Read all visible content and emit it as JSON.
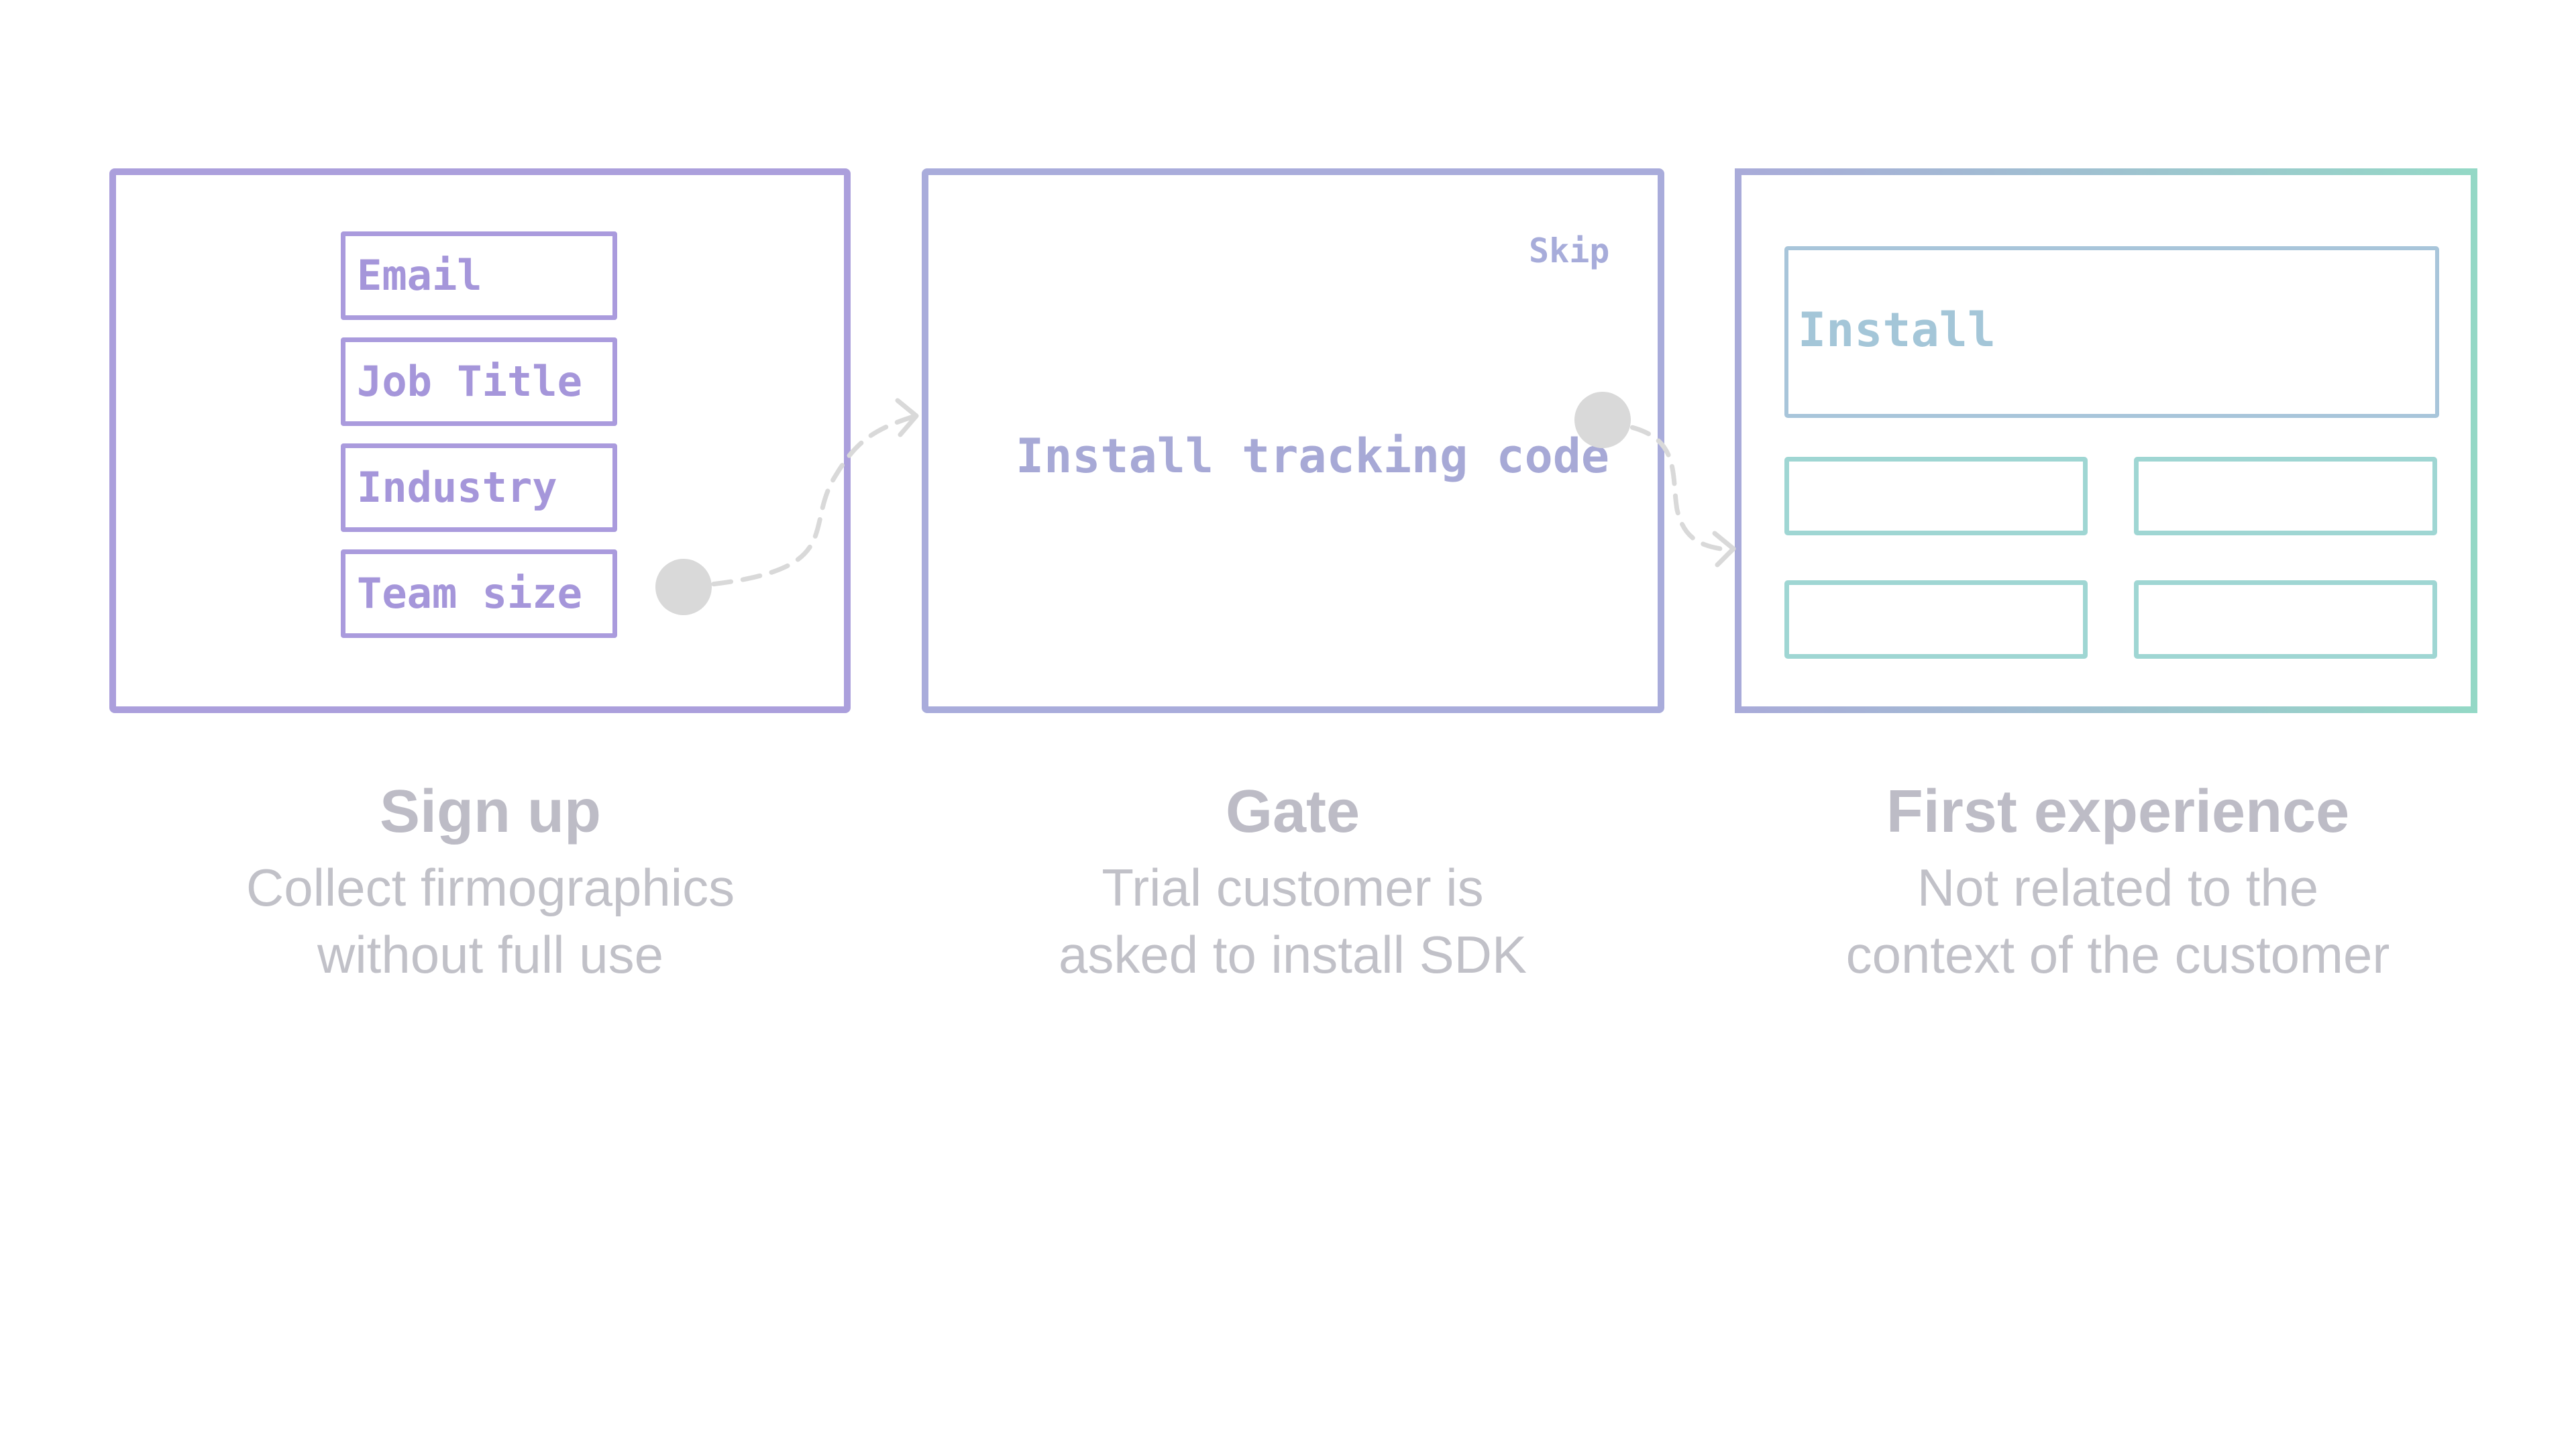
{
  "steps": [
    {
      "title": "Sign up",
      "desc_line1": "Collect firmographics",
      "desc_line2": "without full use",
      "fields": [
        "Email",
        "Job Title",
        "Industry",
        "Team size"
      ]
    },
    {
      "title": "Gate",
      "desc_line1": "Trial customer is",
      "desc_line2": "asked to install SDK",
      "skip_label": "Skip",
      "main_text": "Install tracking code"
    },
    {
      "title": "First experience",
      "desc_line1": "Not related to the",
      "desc_line2": "context of the customer",
      "install_label": "Install"
    }
  ],
  "colors": {
    "signup": "#ab9fdc",
    "gate": "#a9acdb",
    "first_experience_start": "#a9abd9",
    "first_experience_end": "#94d8c6",
    "caption": "#bdbcc6",
    "connector": "#d9d9d9"
  }
}
